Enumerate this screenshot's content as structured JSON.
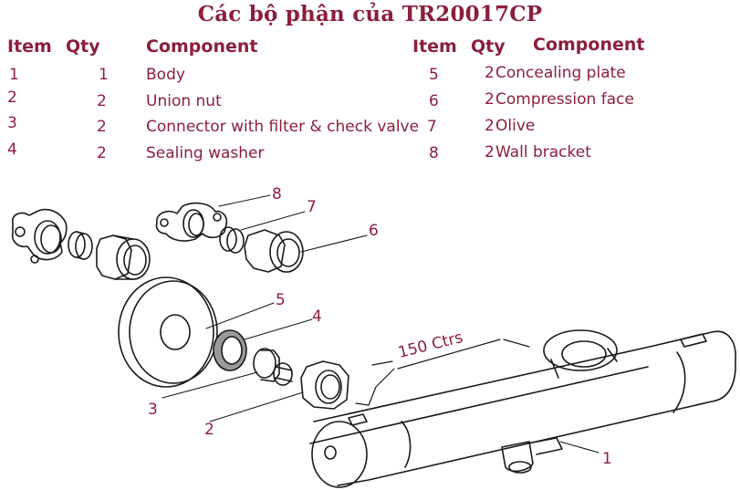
{
  "title": "Các bộ phận của TR20017CP",
  "headers": {
    "item": "Item",
    "qty": "Qty",
    "component": "Component"
  },
  "parts_left": [
    {
      "item": "1",
      "qty": "1",
      "component": "Body"
    },
    {
      "item": "2",
      "qty": "2",
      "component": "Union nut"
    },
    {
      "item": "3",
      "qty": "2",
      "component": "Connector with filter & check valve"
    },
    {
      "item": "4",
      "qty": "2",
      "component": "Sealing washer"
    }
  ],
  "parts_right": [
    {
      "item": "5",
      "qty": "2",
      "component": "Concealing plate"
    },
    {
      "item": "6",
      "qty": "2",
      "component": "Compression face"
    },
    {
      "item": "7",
      "qty": "2",
      "component": "Olive"
    },
    {
      "item": "8",
      "qty": "2",
      "component": "Wall bracket"
    }
  ],
  "diagram": {
    "dimension_label": "150 Ctrs",
    "callouts": [
      "1",
      "2",
      "3",
      "4",
      "5",
      "6",
      "7",
      "8"
    ]
  }
}
